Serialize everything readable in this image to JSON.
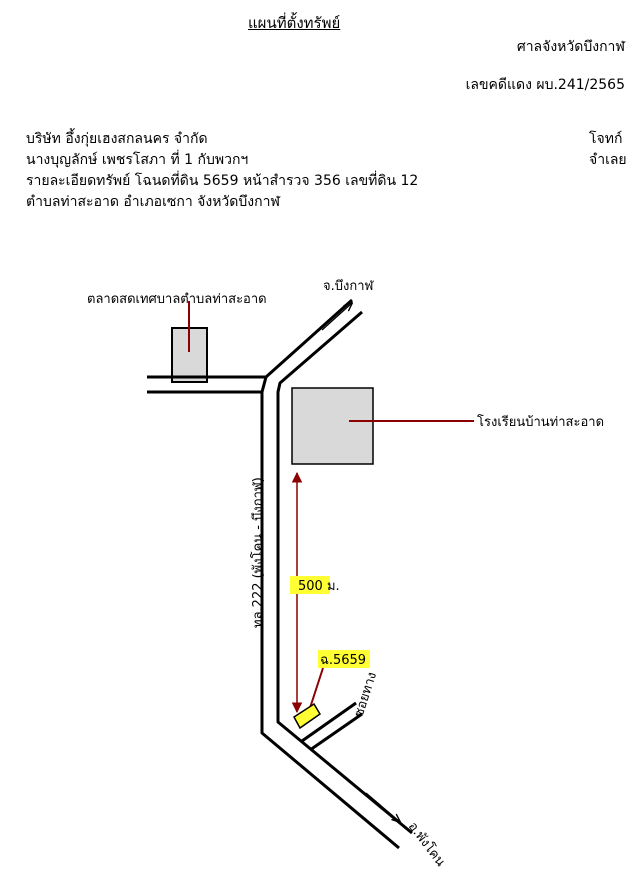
{
  "header": {
    "title": "แผนที่ตั้งทรัพย์",
    "court": "ศาลจังหวัดบึงกาฬ",
    "case_no": "เลขคดีแดง ผบ.241/2565"
  },
  "parties": {
    "plaintiff": "บริษัท อึ้งกุ่ยเฮงสกลนคร จำกัด",
    "defendant": "นางบุญลักษ์ เพชรโสภา ที่ 1 กับพวกฯ",
    "plaintiff_role": "โจทก์",
    "defendant_role": "จำเลย"
  },
  "property": {
    "detail": "รายละเอียดทรัพย์ โฉนดที่ดิน 5659 หน้าสำรวจ 356 เลขที่ดิน 12",
    "location": "ตำบลท่าสะอาด อำเภอเซกา จังหวัดบึงกาฬ"
  },
  "map": {
    "to_bueng_kan": "จ.บึงกาฬ",
    "market": "ตลาดสดเทศบาลตำบลท่าสะอาด",
    "school": "โรงเรียนบ้านท่าสะอาด",
    "highway": "ทล.222 (พังโคน - บึงกาฬ)",
    "distance": "500 ม.",
    "parcel": "ฉ.5659",
    "alley": "ซอยทาง",
    "to_phang_khon": "อ.พังโคน",
    "colors": {
      "arrow": "#8b0000",
      "highlight": "#ffff33",
      "building": "#d9d9d9"
    }
  }
}
